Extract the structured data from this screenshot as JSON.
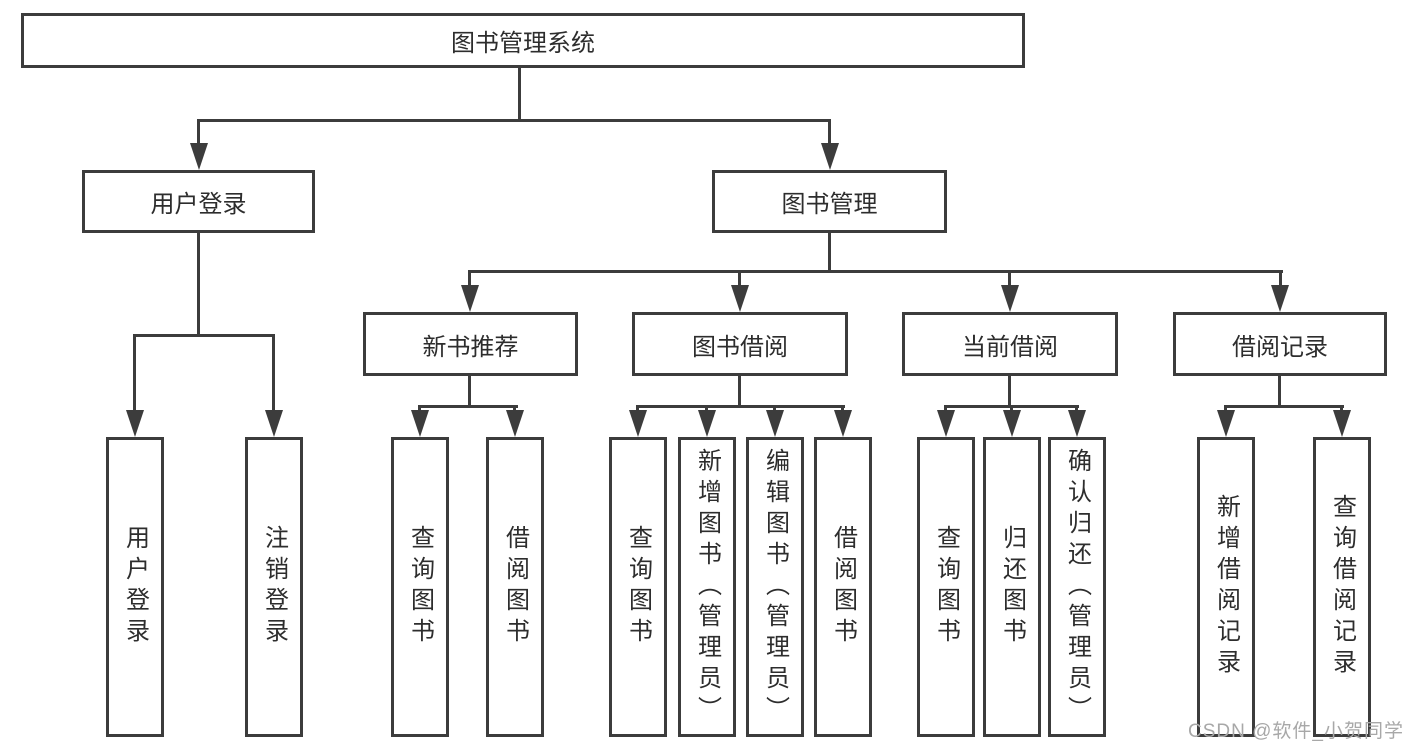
{
  "diagram": {
    "title": "图书管理系统",
    "colors": {
      "line": "#3c3c3c",
      "text": "#2d2d2d",
      "box_background": "#ffffff",
      "watermark": "#a8a8a8"
    },
    "nodes": {
      "root": "图书管理系统",
      "user_login": "用户登录",
      "book_mgmt": "图书管理",
      "new_book": "新书推荐",
      "book_borrow": "图书借阅",
      "current_borrow": "当前借阅",
      "borrow_record": "借阅记录",
      "leaf_user_login": "用户登录",
      "leaf_logout": "注销登录",
      "leaf_nb_query": "查询图书",
      "leaf_nb_borrow": "借阅图书",
      "leaf_bb_query": "查询图书",
      "leaf_bb_add": "新增图书（管理员）",
      "leaf_bb_edit": "编辑图书（管理员）",
      "leaf_bb_borrow": "借阅图书",
      "leaf_cb_query": "查询图书",
      "leaf_cb_return": "归还图书",
      "leaf_cb_confirm": "确认归还（管理员）",
      "leaf_br_add": "新增借阅记录",
      "leaf_br_query": "查询借阅记录"
    }
  },
  "watermark": "CSDN @软件_小贺同学"
}
